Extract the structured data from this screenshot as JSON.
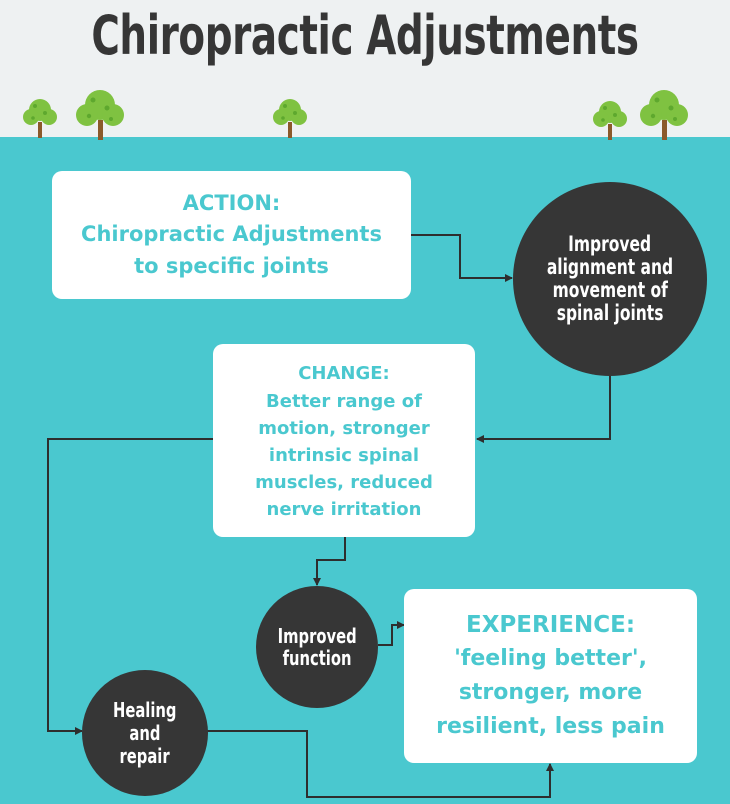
{
  "title": "Chiropractic Adjustments",
  "colors": {
    "background": "#4ac8cf",
    "header": "#eef1f2",
    "dark": "#363636",
    "box": "#ffffff",
    "text_accent": "#4ac8cf",
    "tree_foliage": "#7fc241",
    "tree_trunk": "#8b5a2b"
  },
  "nodes": {
    "action": {
      "heading": "ACTION:",
      "lines": [
        "Chiropractic Adjustments",
        "to specific joints"
      ]
    },
    "alignment": {
      "lines": [
        "Improved",
        "alignment and",
        "movement of",
        "spinal joints"
      ]
    },
    "change": {
      "heading": "CHANGE:",
      "lines": [
        "Better range of",
        "motion, stronger",
        "intrinsic spinal",
        "muscles, reduced",
        "nerve irritation"
      ]
    },
    "function": {
      "lines": [
        "Improved",
        "function"
      ]
    },
    "experience": {
      "heading": "EXPERIENCE:",
      "lines": [
        "'feeling better',",
        "stronger, more",
        "resilient, less pain"
      ]
    },
    "healing": {
      "lines": [
        "Healing",
        "and",
        "repair"
      ]
    }
  },
  "decorations": {
    "trees": [
      "tree-icon",
      "tree-icon",
      "tree-icon",
      "tree-icon",
      "tree-icon"
    ]
  }
}
